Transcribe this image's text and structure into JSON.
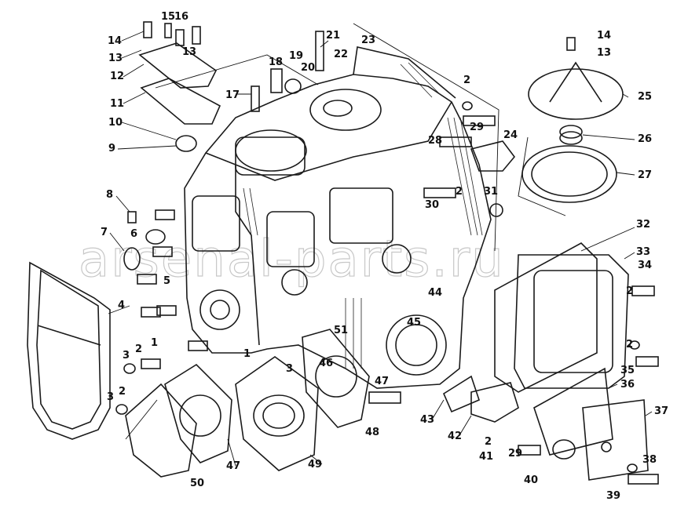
{
  "watermark": "arsenal-parts.ru",
  "callouts": [
    {
      "label": "14"
    },
    {
      "label": "15"
    },
    {
      "label": "16"
    },
    {
      "label": "13"
    },
    {
      "label": "13"
    },
    {
      "label": "12"
    },
    {
      "label": "11"
    },
    {
      "label": "10"
    },
    {
      "label": "9"
    },
    {
      "label": "8"
    },
    {
      "label": "7"
    },
    {
      "label": "6"
    },
    {
      "label": "5"
    },
    {
      "label": "4"
    },
    {
      "label": "3"
    },
    {
      "label": "2"
    },
    {
      "label": "1"
    },
    {
      "label": "3"
    },
    {
      "label": "2"
    },
    {
      "label": "50"
    },
    {
      "label": "47"
    },
    {
      "label": "49"
    },
    {
      "label": "1"
    },
    {
      "label": "3"
    },
    {
      "label": "46"
    },
    {
      "label": "51"
    },
    {
      "label": "47"
    },
    {
      "label": "48"
    },
    {
      "label": "43"
    },
    {
      "label": "42"
    },
    {
      "label": "41"
    },
    {
      "label": "2"
    },
    {
      "label": "29"
    },
    {
      "label": "40"
    },
    {
      "label": "44"
    },
    {
      "label": "45"
    },
    {
      "label": "17"
    },
    {
      "label": "18"
    },
    {
      "label": "19"
    },
    {
      "label": "20"
    },
    {
      "label": "21"
    },
    {
      "label": "22"
    },
    {
      "label": "23"
    },
    {
      "label": "2"
    },
    {
      "label": "29"
    },
    {
      "label": "28"
    },
    {
      "label": "24"
    },
    {
      "label": "31"
    },
    {
      "label": "2"
    },
    {
      "label": "30"
    },
    {
      "label": "14"
    },
    {
      "label": "13"
    },
    {
      "label": "25"
    },
    {
      "label": "26"
    },
    {
      "label": "27"
    },
    {
      "label": "32"
    },
    {
      "label": "33"
    },
    {
      "label": "34"
    },
    {
      "label": "2"
    },
    {
      "label": "2"
    },
    {
      "label": "35"
    },
    {
      "label": "36"
    },
    {
      "label": "37"
    },
    {
      "label": "38"
    },
    {
      "label": "39"
    }
  ]
}
